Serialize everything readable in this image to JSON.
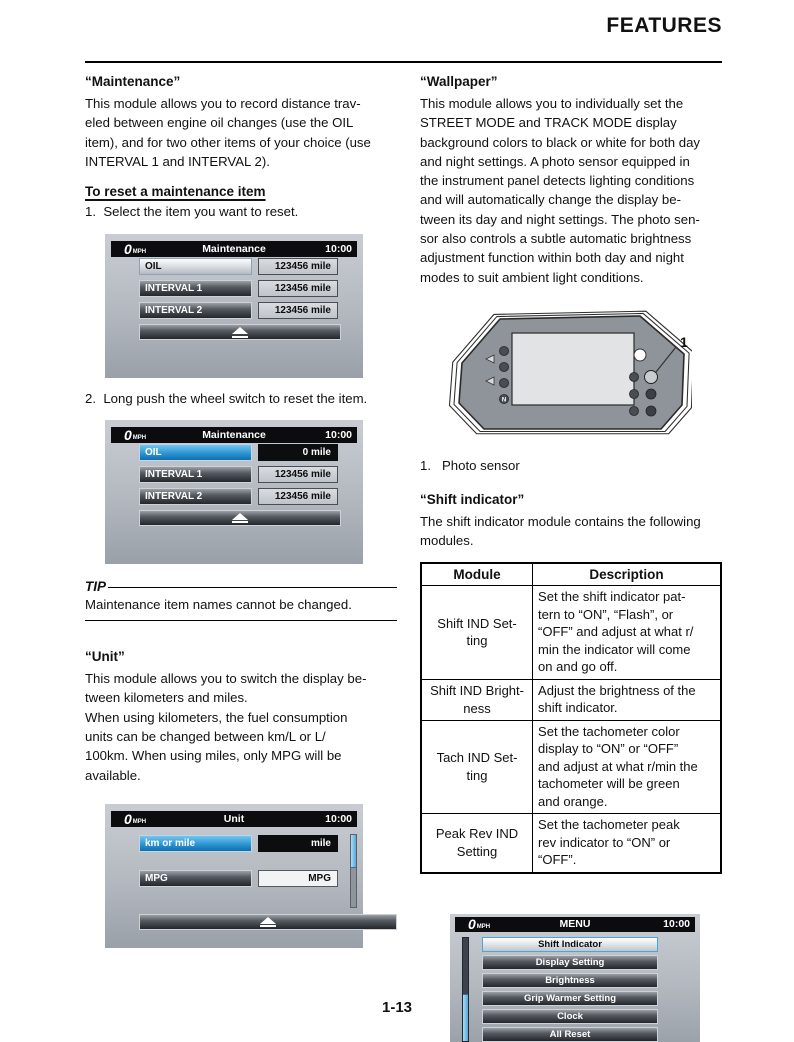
{
  "page": {
    "title": "FEATURES",
    "number": "1-13"
  },
  "left": {
    "maintenance_heading": "“Maintenance”",
    "maintenance_body": "This module allows you to record distance trav-\neled between engine oil changes (use the OIL\nitem), and for two other items of your choice (use\nINTERVAL 1 and INTERVAL 2).",
    "reset_subheading": "To reset a maintenance item",
    "step1": "1.  Select the item you want to reset.",
    "step2": "2.  Long push the wheel switch to reset the item.",
    "tip_label": "TIP",
    "tip_text": "Maintenance item names cannot be changed.",
    "unit_heading": "“Unit”",
    "unit_body": "This module allows you to switch the display be-\ntween kilometers and miles.\nWhen using kilometers, the fuel consumption\nunits can be changed between km/L or L/\n100km. When using miles, only MPG will be\navailable."
  },
  "right": {
    "wallpaper_heading": "“Wallpaper”",
    "wallpaper_body": "This module allows you to individually set the\nSTREET MODE and TRACK MODE display\nbackground colors to black or white for both day\nand night settings. A photo sensor equipped in\nthe instrument panel detects lighting conditions\nand will automatically change the display be-\ntween its day and night settings. The photo sen-\nsor also controls a subtle automatic brightness\nadjustment function within both day and night\nmodes to suit ambient light conditions.",
    "figure_callout": "1",
    "figure_caption_number": "1.",
    "figure_caption_text": "Photo sensor",
    "shift_heading": "“Shift indicator”",
    "shift_body": "The shift indicator module contains the following\nmodules.",
    "table": {
      "col_module": "Module",
      "col_description": "Description",
      "rows": [
        {
          "module": "Shift IND Set-\nting",
          "description": "Set the shift indicator pat-\ntern to “ON”, “Flash”, or\n“OFF” and adjust at what r/\nmin the indicator will come\non and go off."
        },
        {
          "module": "Shift IND Bright-\nness",
          "description": "Adjust the brightness of the\nshift indicator."
        },
        {
          "module": "Tach IND Set-\nting",
          "description": "Set the tachometer color\ndisplay to “ON” or “OFF”\nand adjust at what r/min the\ntachometer will be green\nand orange."
        },
        {
          "module": "Peak Rev IND\nSetting",
          "description": "Set the tachometer peak\nrev indicator to “ON” or\n“OFF”."
        }
      ]
    }
  },
  "screens": {
    "speed": "0",
    "speed_unit": "MPH",
    "time": "10:00",
    "maintenance1": {
      "title": "Maintenance",
      "rows": [
        {
          "label": "OIL",
          "value": "123456 mile"
        },
        {
          "label": "INTERVAL 1",
          "value": "123456 mile"
        },
        {
          "label": "INTERVAL 2",
          "value": "123456 mile"
        }
      ]
    },
    "maintenance2": {
      "title": "Maintenance",
      "rows": [
        {
          "label": "OIL",
          "value": "0 mile"
        },
        {
          "label": "INTERVAL 1",
          "value": "123456 mile"
        },
        {
          "label": "INTERVAL 2",
          "value": "123456 mile"
        }
      ]
    },
    "unit": {
      "title": "Unit",
      "rows": [
        {
          "label": "km or mile",
          "value": "mile"
        },
        {
          "label": "MPG",
          "value": "MPG"
        }
      ]
    },
    "menu": {
      "title": "MENU",
      "items": [
        "Shift Indicator",
        "Display Setting",
        "Brightness",
        "Grip Warmer Setting",
        "Clock",
        "All Reset"
      ]
    }
  },
  "colors": {
    "selected_blue": "#1d7fc0",
    "button_dark": "#23272c",
    "screen_bg": "#b3b8bf",
    "header_bar": "#0c0c0e"
  }
}
